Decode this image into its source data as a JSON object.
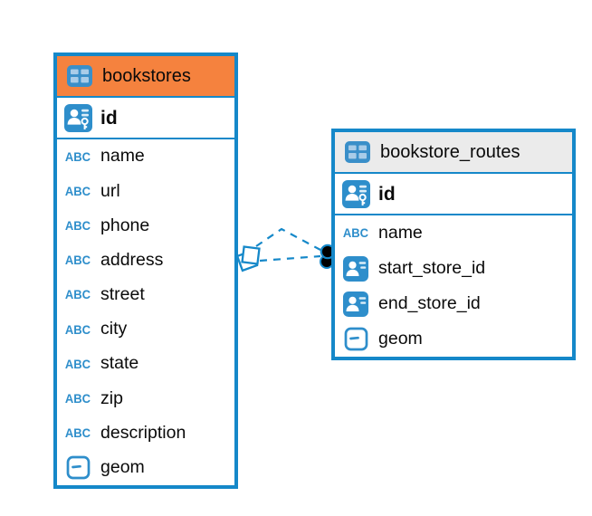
{
  "diagram": {
    "background": "#ffffff",
    "accent_blue": "#1588c9",
    "icon_blue": "#2e8ecb",
    "text_type_glyph": "ABC",
    "tables": [
      {
        "name": "bookstores",
        "header_bg": "#f5823e",
        "primary_key": {
          "name": "id"
        },
        "columns": [
          {
            "name": "name",
            "type": "text"
          },
          {
            "name": "url",
            "type": "text"
          },
          {
            "name": "phone",
            "type": "text"
          },
          {
            "name": "address",
            "type": "text"
          },
          {
            "name": "street",
            "type": "text"
          },
          {
            "name": "city",
            "type": "text"
          },
          {
            "name": "state",
            "type": "text"
          },
          {
            "name": "zip",
            "type": "text"
          },
          {
            "name": "description",
            "type": "text"
          },
          {
            "name": "geom",
            "type": "geometry"
          }
        ]
      },
      {
        "name": "bookstore_routes",
        "header_bg": "#ebebeb",
        "primary_key": {
          "name": "id"
        },
        "columns": [
          {
            "name": "name",
            "type": "text"
          },
          {
            "name": "start_store_id",
            "type": "reference"
          },
          {
            "name": "end_store_id",
            "type": "reference"
          },
          {
            "name": "geom",
            "type": "geometry"
          }
        ]
      }
    ],
    "relationships": [
      {
        "from": "bookstores",
        "to": "bookstore_routes",
        "line_style": "dashed",
        "from_endpoint": "diamond",
        "to_endpoint": "dot"
      },
      {
        "from": "bookstores",
        "to": "bookstore_routes",
        "line_style": "dashed",
        "from_endpoint": "diamond",
        "to_endpoint": "dot"
      }
    ]
  }
}
